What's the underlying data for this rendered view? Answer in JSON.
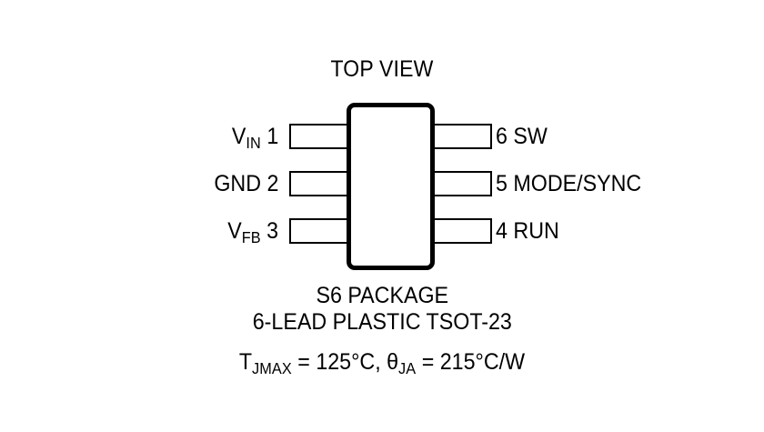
{
  "diagram": {
    "title": "TOP VIEW",
    "package_outline_shape": "rounded-rectangle",
    "pins_left": [
      {
        "number": "1",
        "name": "VIN",
        "name_base": "V",
        "name_sub": "IN",
        "label": "V",
        "sub": "IN",
        "display": "V<sub>IN</sub> 1"
      },
      {
        "number": "2",
        "name": "GND",
        "name_base": "GND",
        "name_sub": "",
        "label": "GND",
        "sub": "",
        "display": "GND 2"
      },
      {
        "number": "3",
        "name": "VFB",
        "name_base": "V",
        "name_sub": "FB",
        "label": "V",
        "sub": "FB",
        "display": "V<sub>FB</sub> 3"
      }
    ],
    "pins_right": [
      {
        "number": "6",
        "name": "SW",
        "display": "6 SW"
      },
      {
        "number": "5",
        "name": "MODE/SYNC",
        "display": "5 MODE/SYNC"
      },
      {
        "number": "4",
        "name": "RUN",
        "display": "4 RUN"
      }
    ],
    "caption": {
      "line1": "S6 PACKAGE",
      "line2": "6-LEAD PLASTIC TSOT-23",
      "line3_tj_symbol": "T",
      "line3_tj_sub": "JMAX",
      "line3_tj_value": " = 125°C, ",
      "line3_theta_symbol": "θ",
      "line3_theta_sub": "JA",
      "line3_theta_value": " = 215°C/W",
      "line3_plain": "TJMAX = 125°C, θJA = 215°C/W"
    },
    "colors": {
      "ink": "#000000",
      "background": "#ffffff"
    }
  }
}
